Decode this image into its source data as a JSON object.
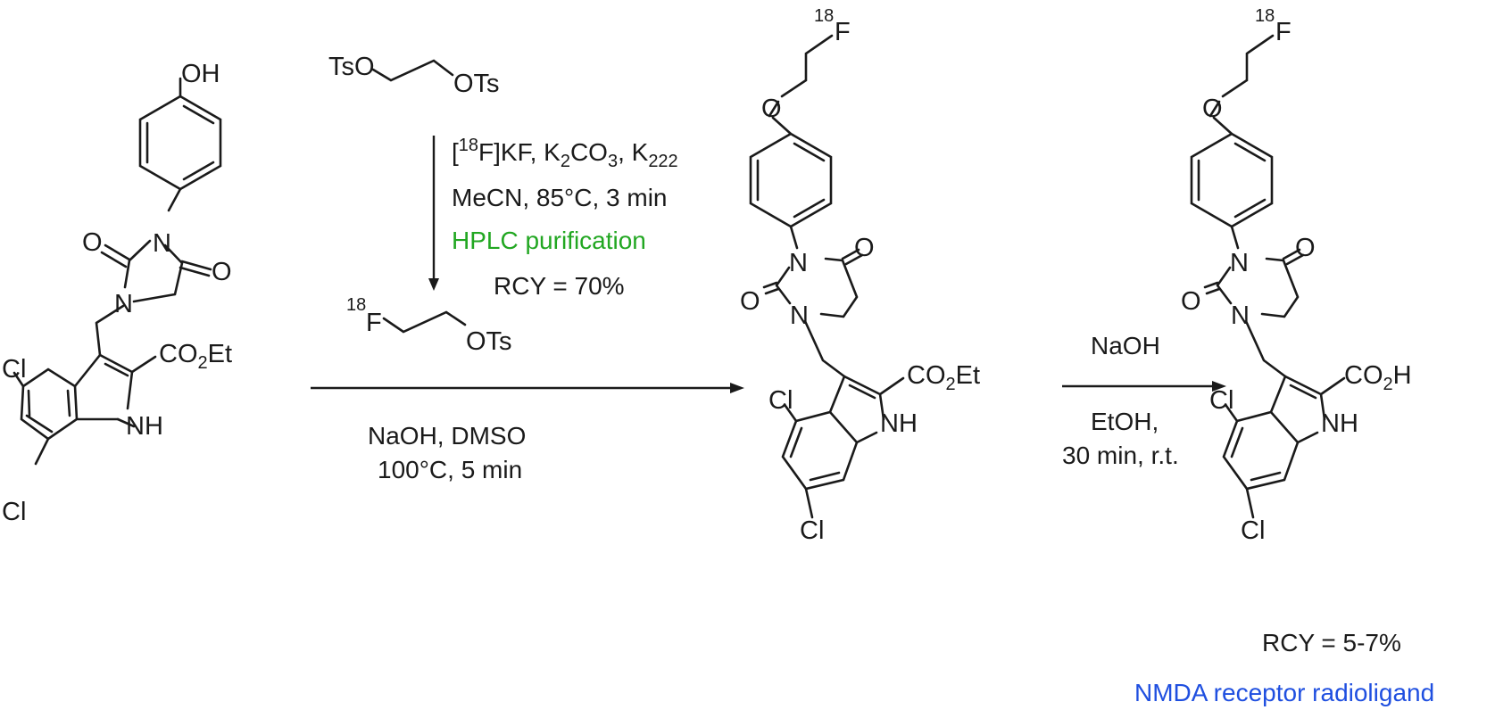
{
  "labels": {
    "OH": "OH",
    "O": "O",
    "N": "N",
    "NH": "NH",
    "Cl": "Cl",
    "F": "F",
    "TsO": "TsO",
    "OTs": "OTs",
    "CO2Et_pre": "CO",
    "CO2Et_sub": "2",
    "CO2Et_post": "Et",
    "CO2H_pre": "CO",
    "CO2H_sub": "2",
    "CO2H_post": "H",
    "isotope": "18"
  },
  "conditions": {
    "step1": {
      "line1": {
        "bracket": "[",
        "iso": "18",
        "a": "F]KF, K",
        "s1": "2",
        "b": "CO",
        "s2": "3",
        "c": ", K",
        "s3": "222"
      },
      "line2": "MeCN, 85°C, 3 min",
      "line3": "HPLC purification",
      "line4": "RCY = 70%"
    },
    "step2": {
      "line1": "NaOH, DMSO",
      "line2": "100°C, 5 min"
    },
    "step3": {
      "above": "NaOH",
      "below1": "EtOH,",
      "below2": "30 min, r.t."
    }
  },
  "product": {
    "yield": "RCY = 5-7%",
    "caption": "NMDA receptor radioligand"
  },
  "colors": {
    "green": "#22a722",
    "blue": "#1f4fe0",
    "ink": "#1a1a1a"
  }
}
